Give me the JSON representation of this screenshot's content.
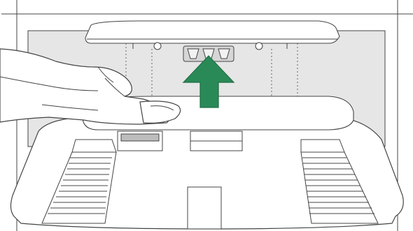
{
  "figure": {
    "elements": [
      {
        "id": "wall-enclosure",
        "name": "wall-enclosure"
      },
      {
        "id": "docking-recess",
        "name": "docking-recess-shaded"
      },
      {
        "id": "sensor-window",
        "name": "sensor-window"
      },
      {
        "id": "charging-contacts",
        "name": "charging-contacts"
      },
      {
        "id": "base-plate",
        "name": "base-plate"
      },
      {
        "id": "hand-with-cloth",
        "name": "hand-wiping-cloth"
      },
      {
        "id": "upward-arrow",
        "name": "up-arrow-icon"
      }
    ],
    "colors": {
      "background": "#ffffff",
      "outline": "#444444",
      "recess_fill": "#e6e6e6",
      "arrow_fill": "#2a8a57",
      "arrow_stroke": "#1e6e44",
      "ramp_fill": "#ffffff",
      "pad_dark": "#bdbdbd"
    },
    "arrow_direction": "up"
  }
}
